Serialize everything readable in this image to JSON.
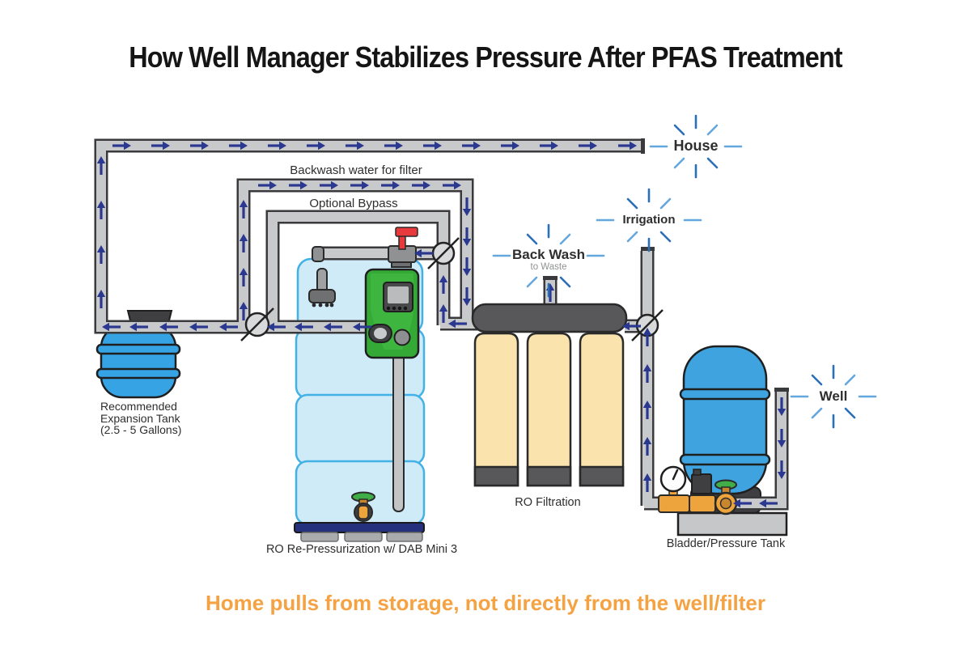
{
  "title": "How Well Manager Stabilizes Pressure After PFAS Treatment",
  "subtitle": "Home pulls from storage, not directly from the well/filter",
  "labels": {
    "backwash_line": "Backwash water for filter",
    "bypass_line": "Optional Bypass",
    "house": "House",
    "irrigation": "Irrigation",
    "backwash": "Back Wash",
    "backwash_sub": "to Waste",
    "well": "Well",
    "expansion_tank": [
      "Recommended",
      "Expansion Tank",
      "(2.5 - 5 Gallons)"
    ],
    "ro_filtration": "RO Filtration",
    "pump": "RO Re-Pressurization  w/ DAB Mini 3",
    "pressure_tank": "Bladder/Pressure Tank"
  },
  "colors": {
    "pipe_fill": "#C8C9CB",
    "pipe_stroke": "#3A3A3C",
    "arrow": "#2B3890",
    "ray_light": "#64A7DD",
    "ray_dark": "#2B6FB7",
    "orange": "#F5A243",
    "storage_fill": "#CFEBF8",
    "storage_stroke": "#41B1E6",
    "tank_blue": "#36A3E4",
    "filter_tan": "#FAE3AD",
    "dark_gray": "#58585A",
    "pump_green": "#35A936",
    "brass": "#EDA43D",
    "valve_red": "#E8393D"
  }
}
